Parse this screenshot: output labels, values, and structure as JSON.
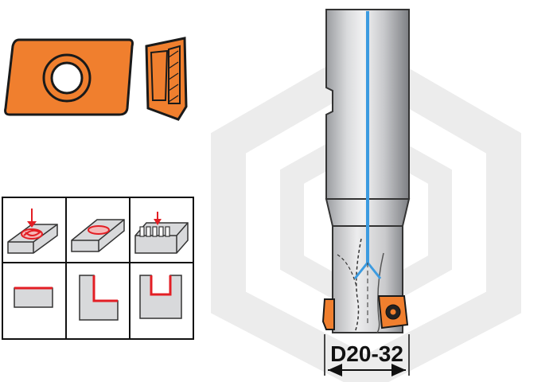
{
  "product": {
    "diameter_label": "D20-32"
  },
  "colors": {
    "insert_orange": "#F07F2E",
    "outline": "#1a1a1a",
    "coolant_blue": "#3C9BE0",
    "cut_red": "#E31E24",
    "watermark_gray": "#ECECEC",
    "steel_light": "#E3E4E6",
    "steel_dark": "#8E9094"
  },
  "operations": [
    {
      "name": "helical-ramping",
      "icon": "helix-drilling-icon"
    },
    {
      "name": "pocketing",
      "icon": "pocket-milling-icon"
    },
    {
      "name": "slotting",
      "icon": "slot-milling-icon"
    },
    {
      "name": "face-milling",
      "icon": "face-profile-icon"
    },
    {
      "name": "shoulder-milling",
      "icon": "shoulder-profile-icon"
    },
    {
      "name": "slot-milling",
      "icon": "slot-profile-icon"
    }
  ]
}
